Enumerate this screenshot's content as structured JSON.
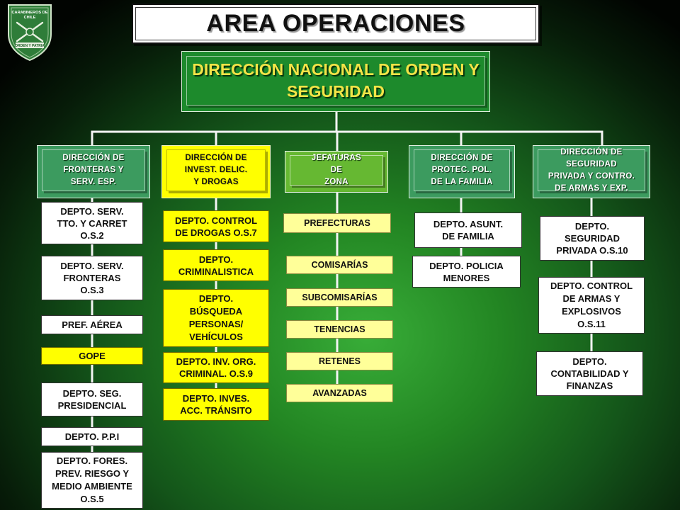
{
  "logo": {
    "line1": "CARABINEROS DE",
    "line2": "CHILE",
    "motto": "ORDEN Y PATRIA"
  },
  "title": "AREA OPERACIONES",
  "root": {
    "label": "DIRECCIÓN NACIONAL DE ORDEN Y\nSEGURIDAD"
  },
  "colors": {
    "root": "#1d8a2c",
    "direction_green": "#3c9b5f",
    "direction_yellow": "#ffff00",
    "zone": "#66b832",
    "dept_white": "#ffffff",
    "dept_yellow": "#ffff00",
    "dept_pale": "#ffff99",
    "root_text": "#f3e447",
    "connector": "#f4f4f4"
  },
  "directions": [
    {
      "label": "DIRECCIÓN DE\nFRONTERAS Y\nSERV. ESP.",
      "departments": [
        {
          "label": "DEPTO. SERV.\nTTO. Y CARRET\nO.S.2"
        },
        {
          "label": "DEPTO. SERV.\nFRONTERAS\nO.S.3"
        },
        {
          "label": "PREF. AÉREA"
        },
        {
          "label": "GOPE"
        },
        {
          "label": "DEPTO. SEG.\nPRESIDENCIAL"
        },
        {
          "label": "DEPTO. P.P.I"
        },
        {
          "label": "DEPTO. FORES.\nPREV. RIESGO Y\nMEDIO AMBIENTE\nO.S.5"
        }
      ]
    },
    {
      "label": "DIRECCIÓN DE\nINVEST. DELIC.\nY DROGAS",
      "departments": [
        {
          "label": "DEPTO. CONTROL\nDE DROGAS O.S.7"
        },
        {
          "label": "DEPTO.\nCRIMINALISTICA"
        },
        {
          "label": "DEPTO.\nBÚSQUEDA\nPERSONAS/\nVEHÍCULOS"
        },
        {
          "label": "DEPTO. INV. ORG.\nCRIMINAL. O.S.9"
        },
        {
          "label": "DEPTO. INVES.\nACC. TRÁNSITO"
        }
      ]
    },
    {
      "label": "JEFATURAS\nDE\nZONA",
      "departments": [
        {
          "label": "PREFECTURAS"
        },
        {
          "label": "COMISARÍAS"
        },
        {
          "label": "SUBCOMISARÍAS"
        },
        {
          "label": "TENENCIAS"
        },
        {
          "label": "RETENES"
        },
        {
          "label": "AVANZADAS"
        }
      ]
    },
    {
      "label": "DIRECCIÓN DE\nPROTEC. POL.\nDE LA FAMILIA",
      "departments": [
        {
          "label": "DEPTO. ASUNT.\nDE FAMILIA"
        },
        {
          "label": "DEPTO. POLICIA\nMENORES"
        }
      ]
    },
    {
      "label": "DIRECCIÓN DE\nSEGURIDAD\nPRIVADA Y CONTRO.\nDE ARMAS Y EXP.",
      "departments": [
        {
          "label": "DEPTO.\nSEGURIDAD\nPRIVADA O.S.10"
        },
        {
          "label": "DEPTO. CONTROL\nDE ARMAS Y\nEXPLOSIVOS\nO.S.11"
        },
        {
          "label": "DEPTO.\nCONTABILIDAD Y\nFINANZAS"
        }
      ]
    }
  ]
}
